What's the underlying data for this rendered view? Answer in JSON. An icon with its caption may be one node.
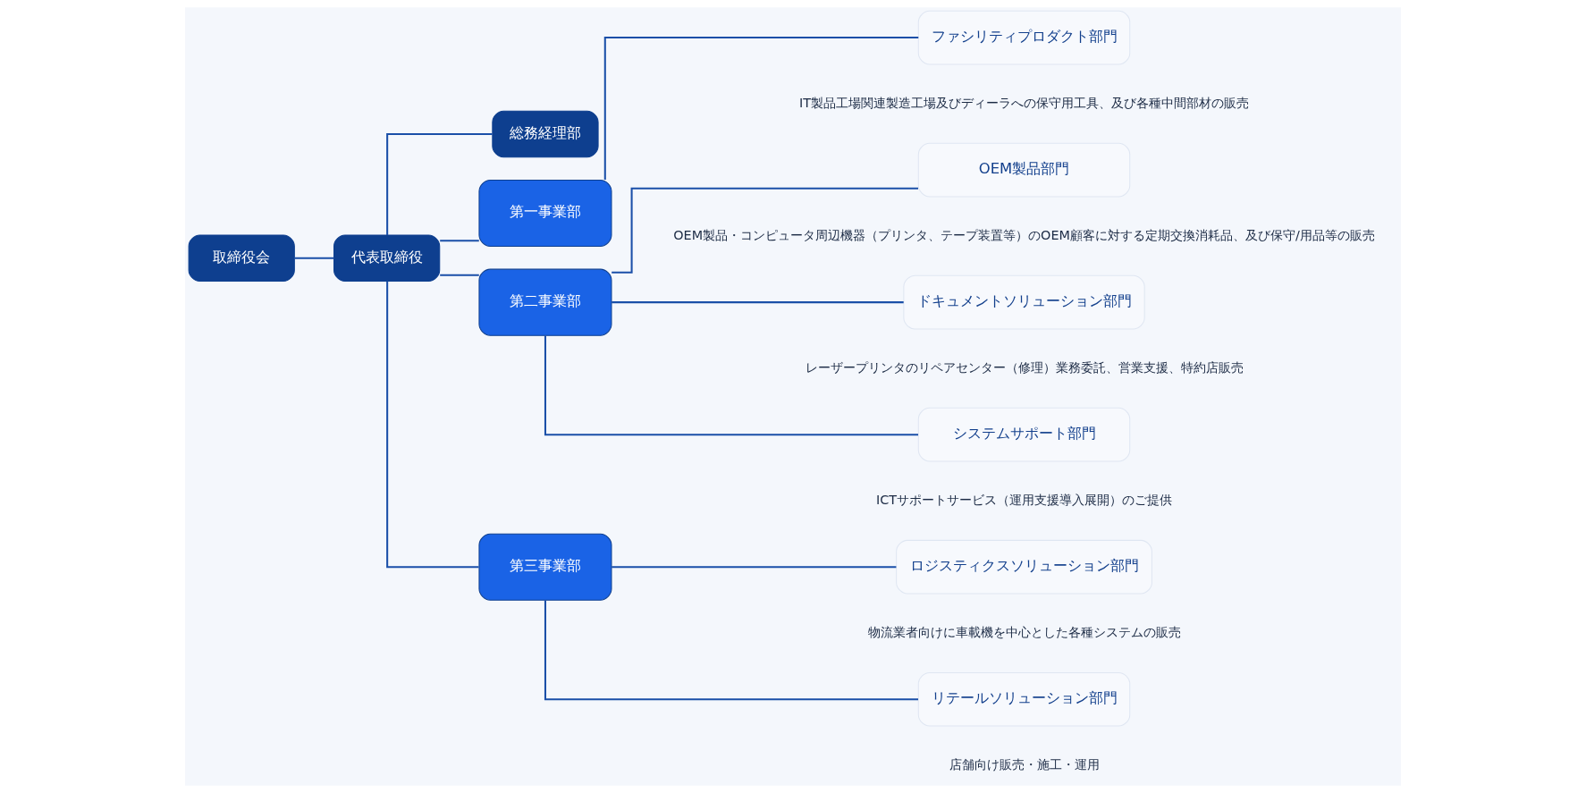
{
  "diagram": {
    "nodes": [
      {
        "text": [
          "取締役会"
        ]
      },
      {
        "text": [
          "代表取締役"
        ]
      },
      {
        "text": [
          "総務経理部"
        ]
      },
      {
        "text": [
          "第一事業部"
        ]
      },
      {
        "text": [
          "第二事業部"
        ]
      },
      {
        "text": [
          "第三事業部"
        ]
      },
      {
        "text": [
          "ファシリティプロダクト部門"
        ],
        "beside": [
          "IT製品工場関連製造工場及びディーラへの保守用工具、及び各種中間部材の販売"
        ]
      },
      {
        "text": [
          "OEM製品部門"
        ],
        "beside": [
          "OEM製品・コンピュータ周辺機器（プリンタ、テープ装置等）のOEM顧客に対する定期交換消耗品、及び保守/用品等の販売"
        ]
      },
      {
        "text": [
          "ドキュメントソリューション部門"
        ],
        "beside": [
          "レーザープリンタのリペアセンター（修理）業務委託、営業支援、特約店販売"
        ]
      },
      {
        "text": [
          "システムサポート部門"
        ],
        "beside": [
          "ICTサポートサービス（運用支援導入展開）のご提供"
        ]
      },
      {
        "text": [
          "ロジスティクスソリューション部門"
        ],
        "beside": [
          "物流業者向けに車載機を中心とした各種システムの販売"
        ]
      },
      {
        "text": [
          "リテールソリューション部門"
        ],
        "beside": [
          "店舗向け販売・施工・運用"
        ]
      }
    ],
    "edges": [
      {
        "from": 0,
        "to": 1,
        "arrow": "none"
      },
      {
        "from": 1,
        "to": 2,
        "arrow": "none"
      },
      {
        "from": 1,
        "to": 3,
        "arrow": "none"
      },
      {
        "from": 1,
        "to": 4,
        "arrow": "none"
      },
      {
        "from": 1,
        "to": 5,
        "arrow": "none"
      },
      {
        "from": 3,
        "to": 6,
        "arrow": "none"
      },
      {
        "from": 4,
        "to": 7,
        "arrow": "none"
      },
      {
        "from": 4,
        "to": 8,
        "arrow": "none"
      },
      {
        "from": 4,
        "to": 9,
        "arrow": "none"
      },
      {
        "from": 5,
        "to": 10,
        "arrow": "none"
      },
      {
        "from": 5,
        "to": 11,
        "arrow": "none"
      }
    ]
  }
}
